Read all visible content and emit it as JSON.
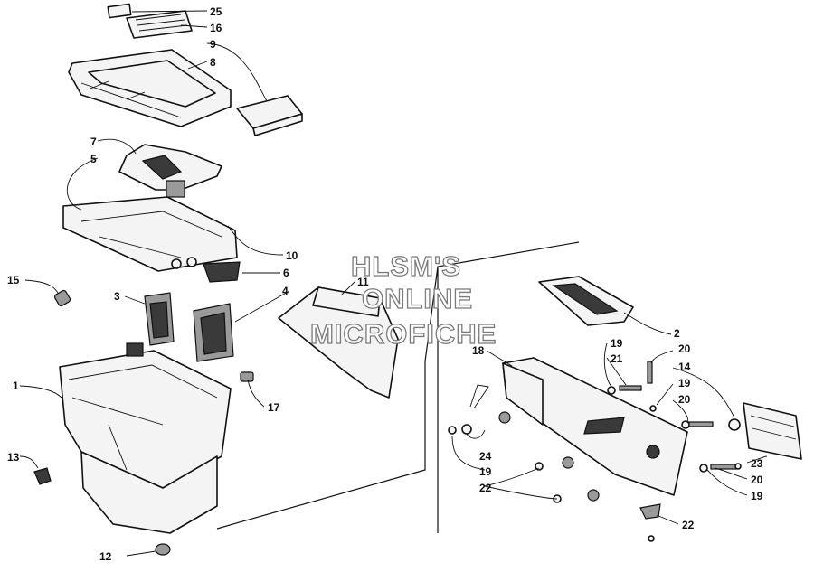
{
  "watermark": {
    "line1": "HLSM'S",
    "line2": "ONLINE",
    "line3": "MICROFICHE"
  },
  "callouts": {
    "c1": "1",
    "c2": "2",
    "c3": "3",
    "c4": "4",
    "c5": "5",
    "c6": "6",
    "c7": "7",
    "c8": "8",
    "c9": "9",
    "c10": "10",
    "c11": "11",
    "c12": "12",
    "c13": "13",
    "c14": "14",
    "c15": "15",
    "c16": "16",
    "c17": "17",
    "c18": "18",
    "c19a": "19",
    "c19b": "19",
    "c19c": "19",
    "c19d": "19",
    "c20a": "20",
    "c20b": "20",
    "c20c": "20",
    "c21": "21",
    "c22a": "22",
    "c22b": "22",
    "c23": "23",
    "c24": "24",
    "c25": "25"
  }
}
